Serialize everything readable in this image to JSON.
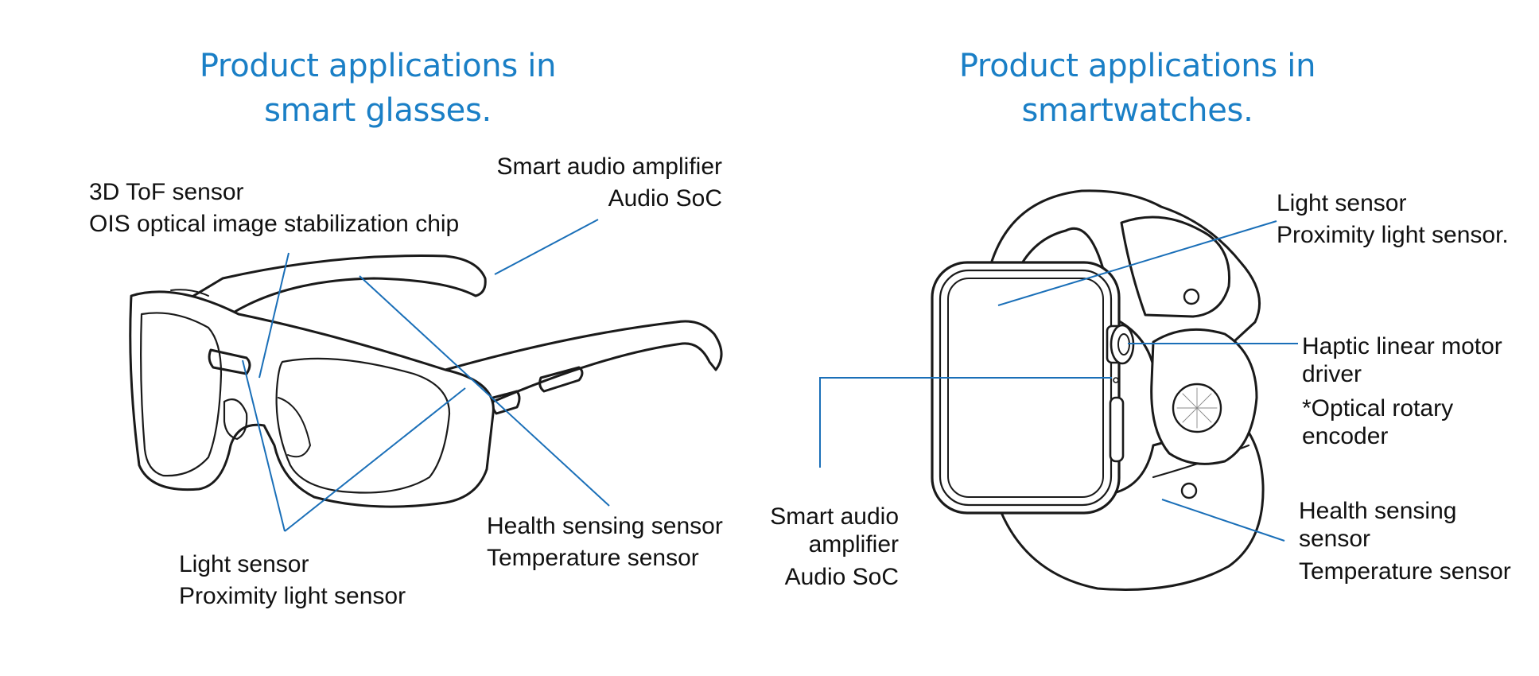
{
  "glasses": {
    "title": [
      "Product applications in",
      "smart glasses."
    ],
    "labels": {
      "tof": [
        "3D ToF sensor",
        "OIS optical image stabilization chip"
      ],
      "audio": [
        "Smart audio amplifier",
        "Audio SoC"
      ],
      "health": [
        "Health sensing sensor",
        "Temperature sensor"
      ],
      "light": [
        "Light sensor",
        "Proximity light sensor"
      ]
    }
  },
  "watch": {
    "title": [
      "Product applications in",
      "smartwatches."
    ],
    "labels": {
      "light": [
        "Light sensor",
        "Proximity light sensor."
      ],
      "haptic": [
        "Haptic linear motor",
        "driver"
      ],
      "encoder": [
        "*Optical rotary",
        "encoder"
      ],
      "audio": [
        "Smart audio",
        "amplifier",
        "Audio SoC"
      ],
      "health": [
        "Health sensing",
        "sensor",
        "Temperature sensor"
      ]
    }
  },
  "colors": {
    "title": "#1a7fc6",
    "leader": "#1a6fb8",
    "outline": "#1a1a1a"
  }
}
